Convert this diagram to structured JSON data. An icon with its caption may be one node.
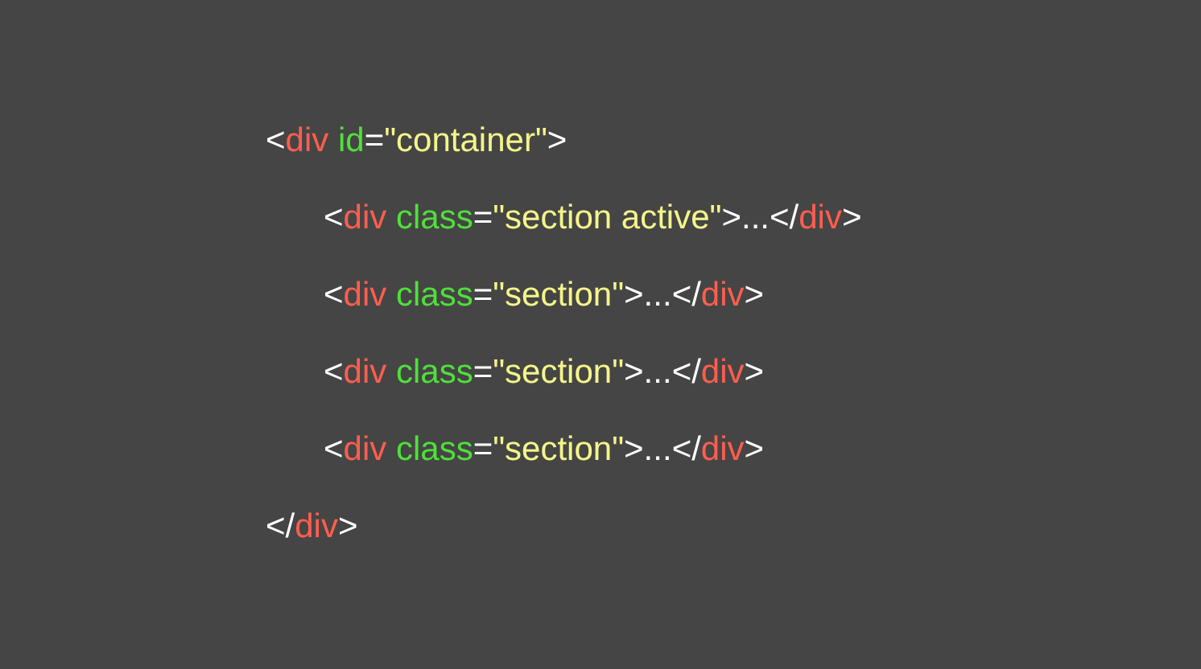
{
  "diagram": {
    "labels": [
      "<div id=\"container\">",
      "<div class=\"section active\">...</div>",
      "<div class=\"section\">...</div>",
      "<div class=\"section\">...</div>",
      "<div class=\"section\">...</div>",
      "</div>"
    ]
  }
}
